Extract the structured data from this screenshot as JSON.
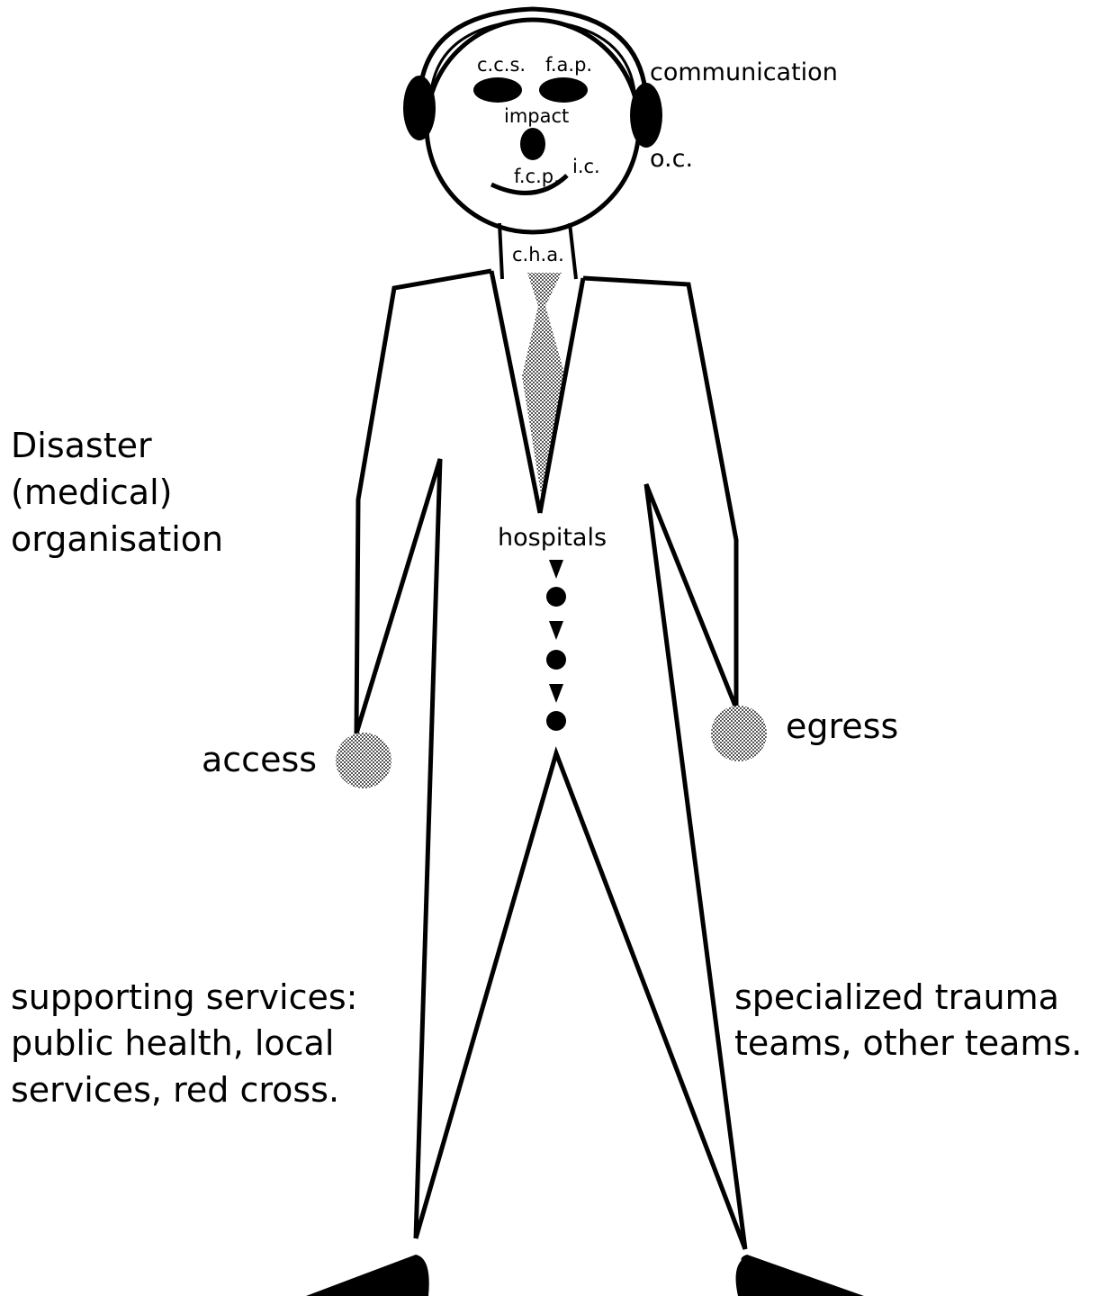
{
  "head": {
    "communication": "communication",
    "ccs": "c.c.s.",
    "fap": "f.a.p.",
    "impact": "impact",
    "fcp": "f.c.p.",
    "ic": "i.c.",
    "oc": "o.c."
  },
  "neck": {
    "cha": "c.h.a."
  },
  "body": {
    "hospitals": "hospitals"
  },
  "left_label": {
    "line1": "Disaster",
    "line2": "(medical)",
    "line3": "organisation"
  },
  "hands": {
    "access": "access",
    "egress": "egress"
  },
  "supporting": {
    "line1": "supporting services:",
    "line2": "public health, local",
    "line3": "services, red cross."
  },
  "specialized": {
    "line1": "specialized trauma",
    "line2": "teams, other teams."
  },
  "colors": {
    "ink": "#000000",
    "background": "#ffffff",
    "hatch": "#888888"
  }
}
